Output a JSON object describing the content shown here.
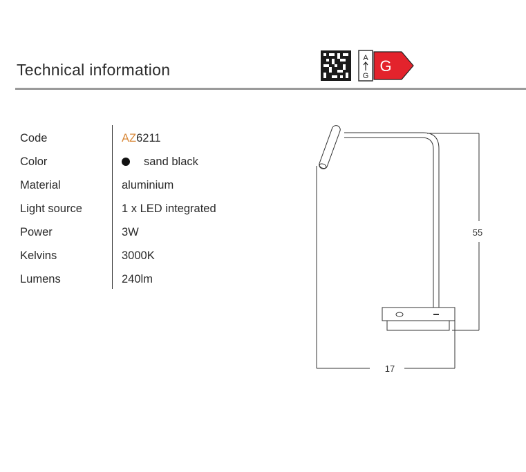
{
  "header": {
    "title": "Technical information",
    "energy_label": {
      "scale_top": "A",
      "scale_bottom": "G",
      "class": "G",
      "arrow_color": "#e3232c"
    }
  },
  "specs": {
    "code": {
      "label": "Code",
      "prefix": "AZ",
      "number": "6211",
      "prefix_color": "#d9893a"
    },
    "color": {
      "label": "Color",
      "value": "sand black",
      "swatch": "#111111"
    },
    "material": {
      "label": "Material",
      "value": "aluminium"
    },
    "light_source": {
      "label": "Light source",
      "value": "1 x LED integrated"
    },
    "power": {
      "label": "Power",
      "value": "3W"
    },
    "kelvins": {
      "label": "Kelvins",
      "value": "3000K"
    },
    "lumens": {
      "label": "Lumens",
      "value": "240lm"
    }
  },
  "drawing": {
    "height_dimension": "55",
    "width_dimension": "17"
  }
}
